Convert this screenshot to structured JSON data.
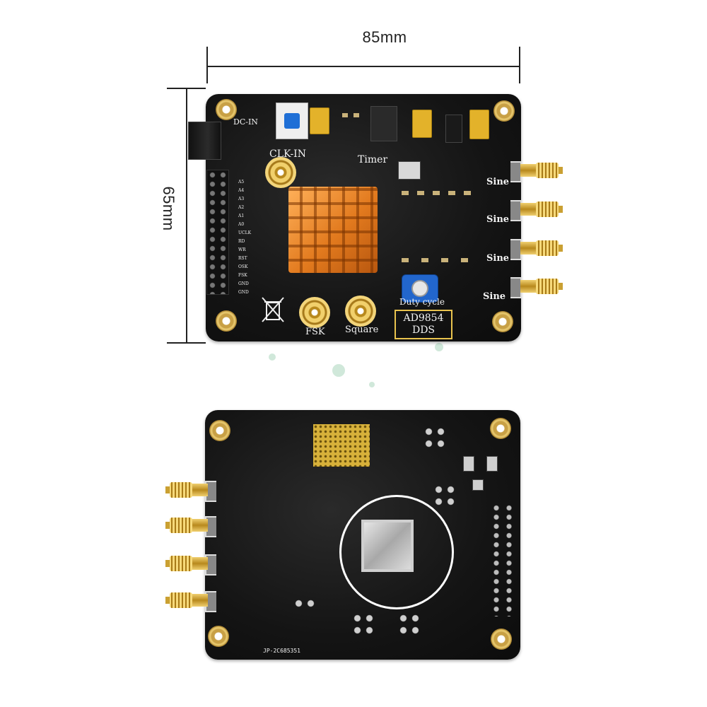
{
  "dimensions": {
    "width_label": "85mm",
    "height_label": "65mm"
  },
  "board_top": {
    "chip_label_line1": "AD9854",
    "chip_label_line2": "DDS",
    "sine_outputs": [
      "Sine",
      "Sine",
      "Sine",
      "Sine"
    ],
    "clk_in_label": "CLK-IN",
    "timer_label": "Timer",
    "fsk_label": "FSK",
    "square_label": "Square",
    "duty_cycle_label": "Duty cycle",
    "dc_in_label": "DC-IN",
    "header_labels": [
      "A5",
      "A4",
      "A3",
      "A2",
      "A1",
      "A0",
      "UCLK",
      "RD",
      "WR",
      "RST",
      "OSK",
      "FSK",
      "GND",
      "GND"
    ]
  },
  "board_bottom": {
    "serial_text": "JP-2C685351"
  }
}
